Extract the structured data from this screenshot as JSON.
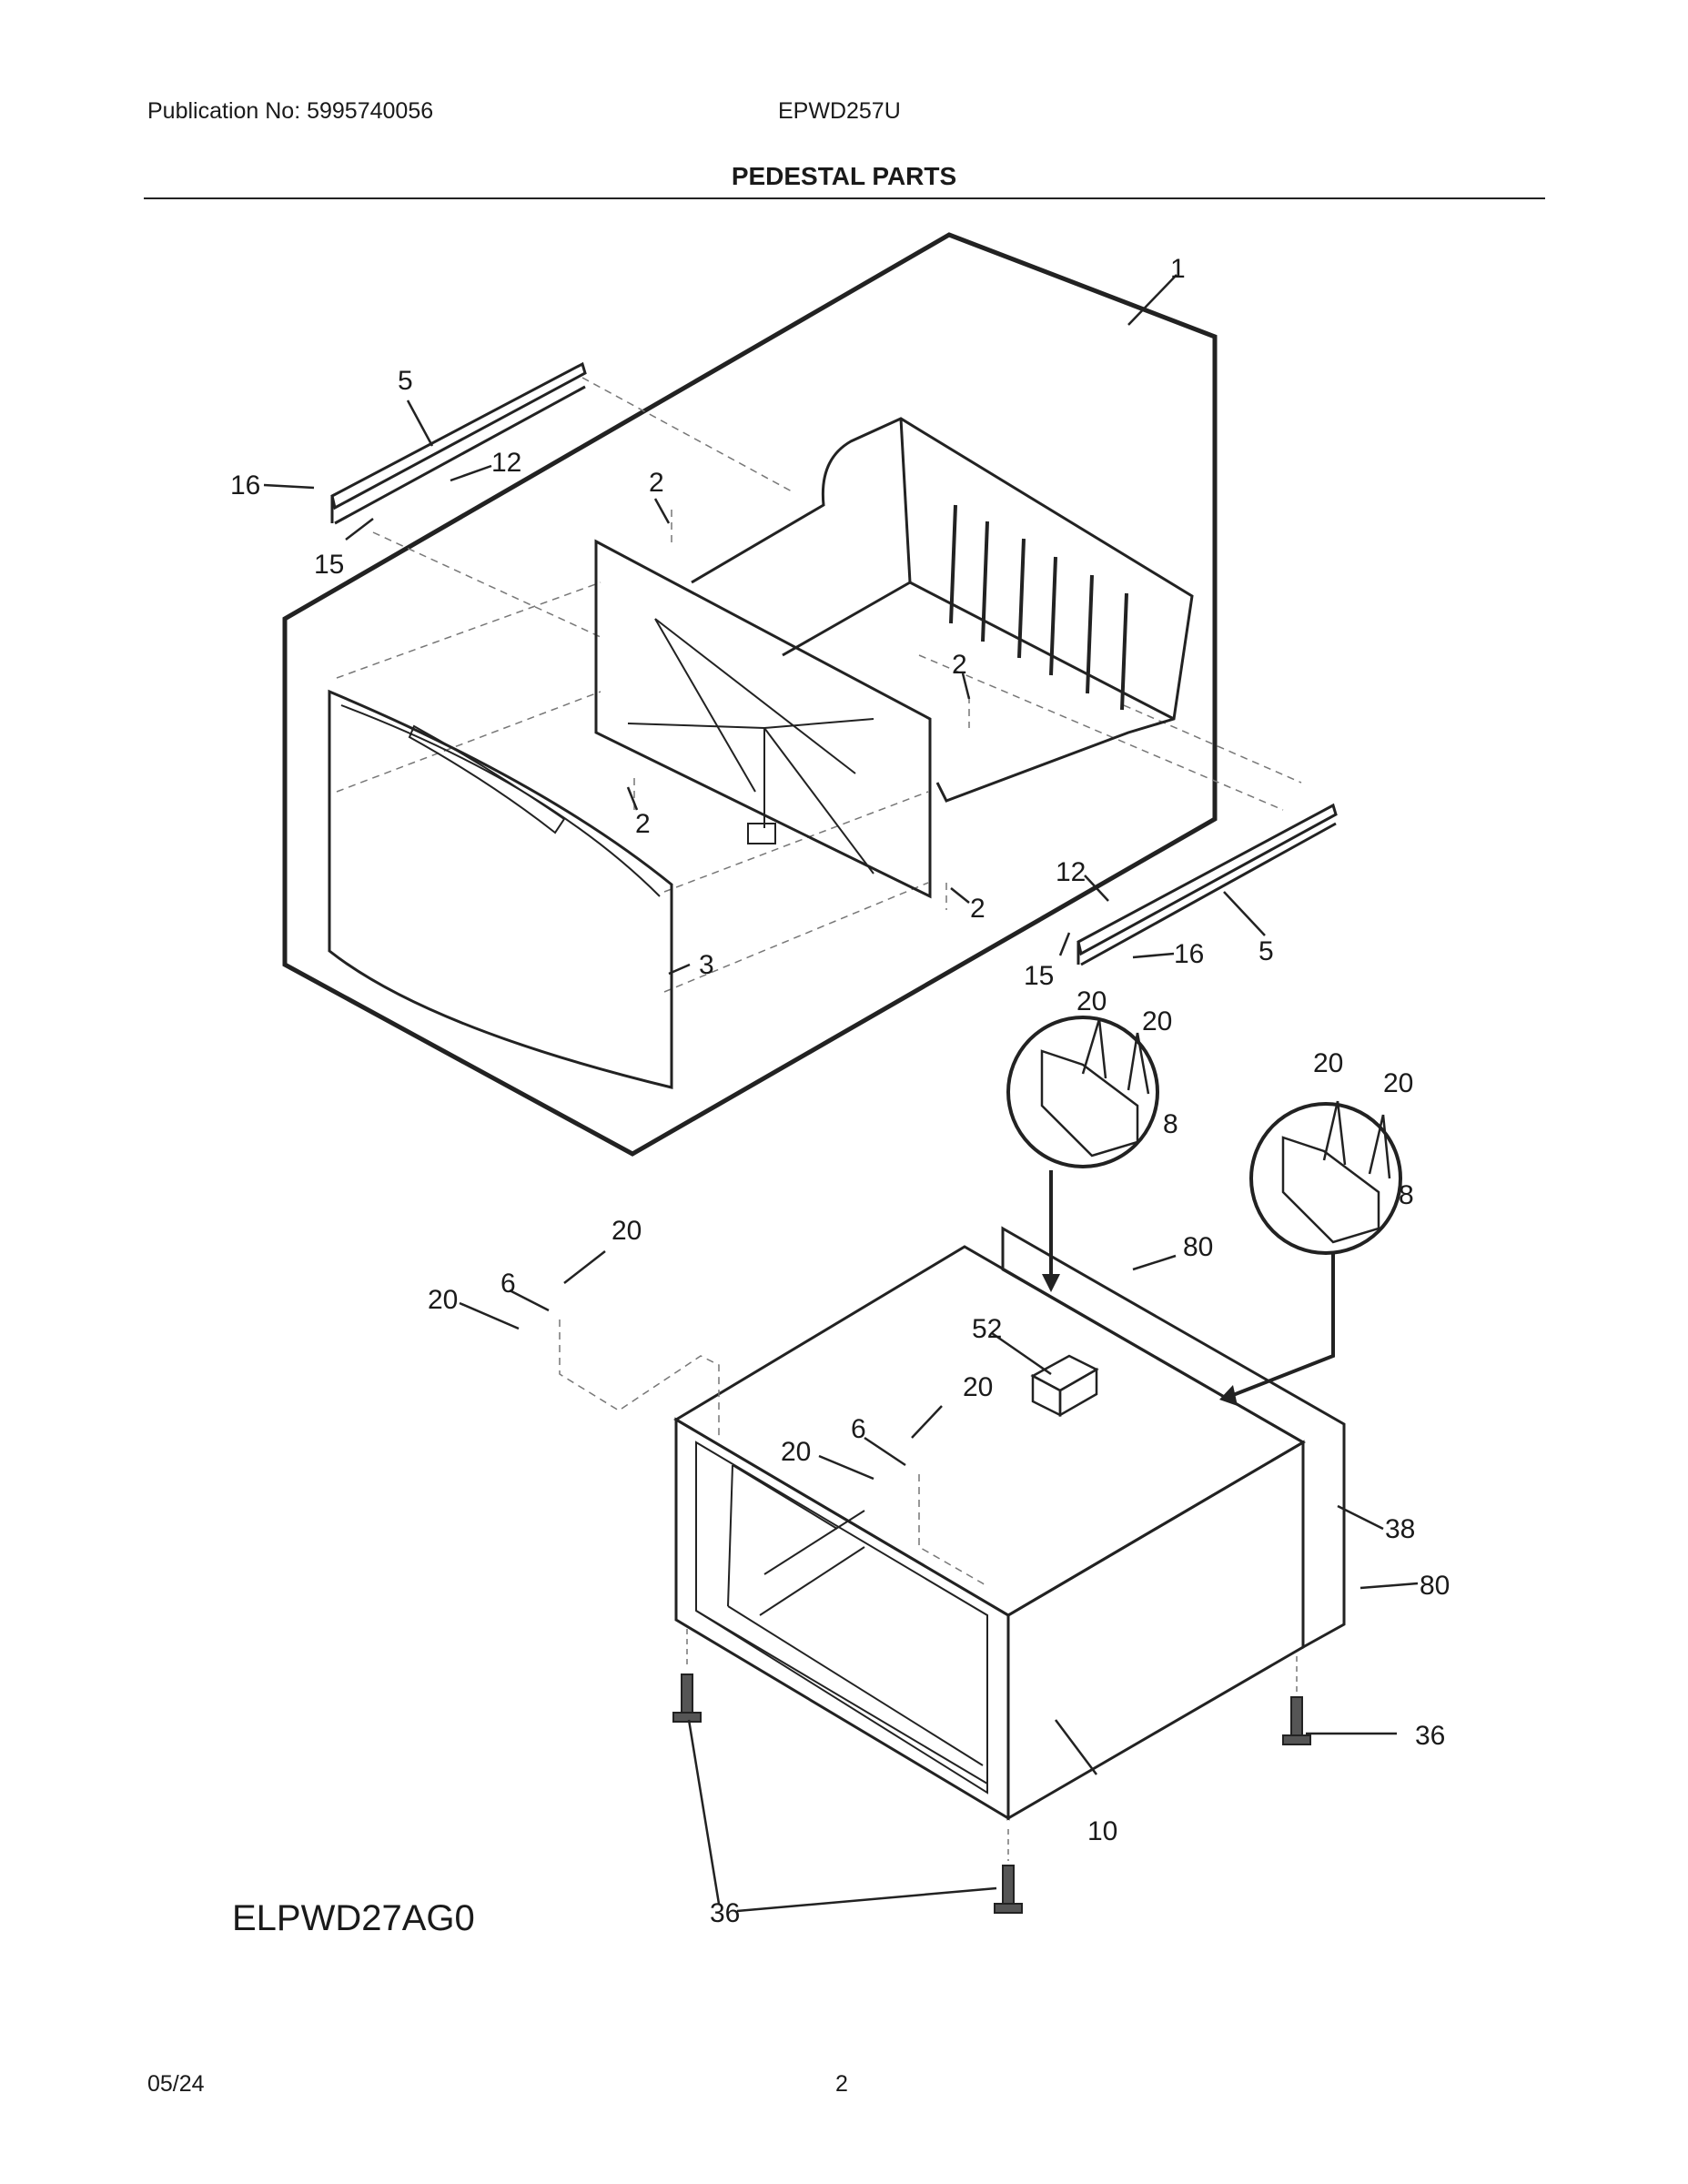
{
  "header": {
    "publication": "Publication No:  5995740056",
    "model": "EPWD257U",
    "title": "PEDESTAL PARTS"
  },
  "diagram": {
    "callouts": [
      "1",
      "2",
      "2",
      "2",
      "2",
      "3",
      "5",
      "5",
      "12",
      "12",
      "15",
      "15",
      "16",
      "16",
      "20",
      "20",
      "20",
      "20",
      "20",
      "20",
      "20",
      "20",
      "8",
      "8",
      "6",
      "6",
      "80",
      "80",
      "52",
      "38",
      "36",
      "36",
      "10"
    ],
    "subassembly_label": "ELPWD27AG0"
  },
  "footer": {
    "date": "05/24",
    "page": "2"
  }
}
